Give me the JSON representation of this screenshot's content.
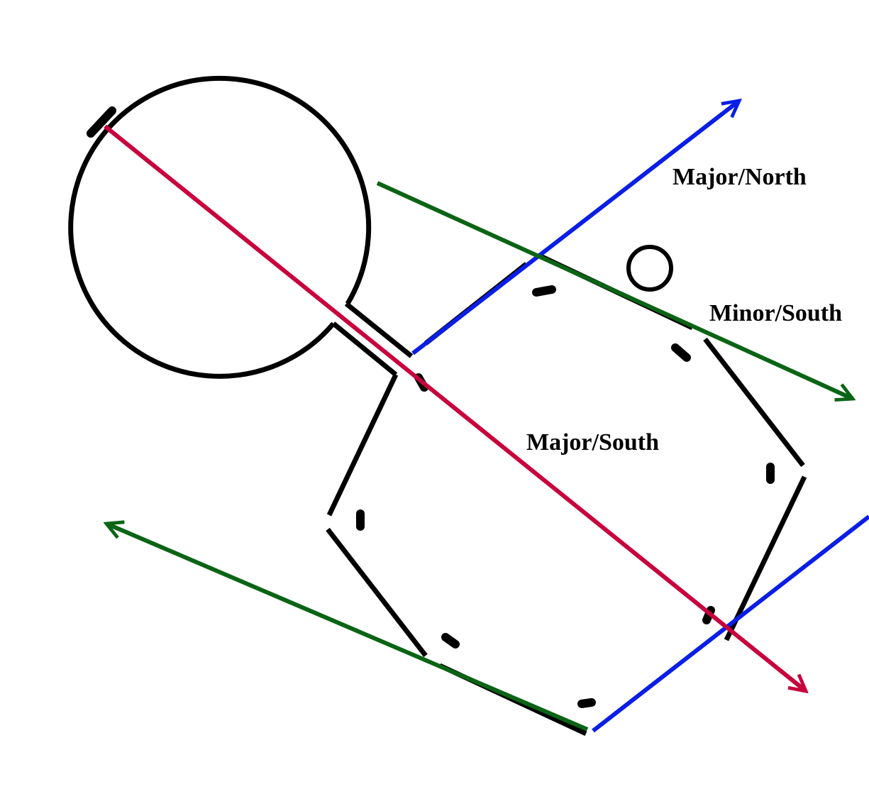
{
  "labels": {
    "major_north": "Major/North",
    "minor_south": "Minor/South",
    "major_south": "Major/South"
  },
  "colors": {
    "major_north": "#0a1ee6",
    "minor_south": "#0a6414",
    "major_south": "#c8003c",
    "outline": "#000000"
  }
}
